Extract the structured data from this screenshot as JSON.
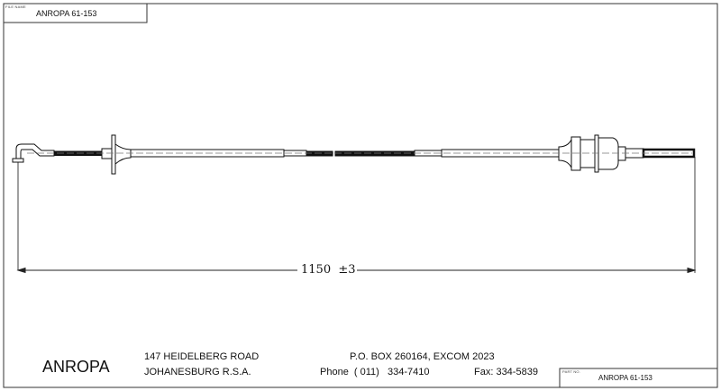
{
  "file_box": {
    "label": "FILE NAME",
    "value": "ANROPA 61-153"
  },
  "dimension": {
    "value": "1150",
    "tolerance": "±3"
  },
  "title_block": {
    "company": "ANROPA",
    "address_line1": "147 HEIDELBERG ROAD",
    "address_line2": "JOHANESBURG R.S.A.",
    "po_box": "P.O. BOX 260164, EXCOM 2023",
    "phone": "Phone  ( 011)   334-7410",
    "fax": "Fax: 334-5839",
    "part_no_label": "PART NO.",
    "part_no": "ANROPA 61-153"
  }
}
